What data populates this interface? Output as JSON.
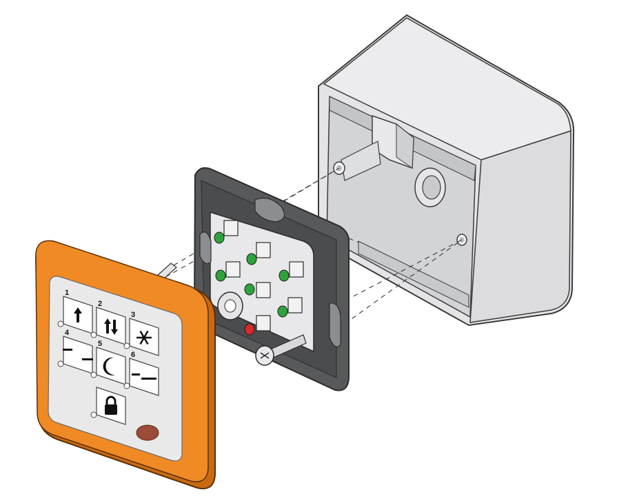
{
  "diagram": {
    "colors": {
      "background": "#ffffff",
      "housing_fill": "#e4e4e6",
      "housing_shade": "#cfd0d3",
      "housing_stroke": "#3a3a3a",
      "frame_fill": "#58595b",
      "frame_stroke": "#2b2b2b",
      "faceplate_fill": "#f08a24",
      "faceplate_edge": "#c86a12",
      "keypad_fill": "#e9e9ea",
      "led_green": "#2fa33b",
      "led_red": "#d42a2a",
      "indicator_led": "#9c4a3a"
    },
    "components": [
      "mounting-box",
      "switch-insert",
      "cover-plate"
    ],
    "keypad": {
      "keys": [
        {
          "number": "1",
          "icon": "arrow-up-icon"
        },
        {
          "number": "2",
          "icon": "up-down-arrows-icon"
        },
        {
          "number": "3",
          "icon": "snowflake-icon"
        },
        {
          "number": "4",
          "icon": "dash-icon"
        },
        {
          "number": "5",
          "icon": "moon-icon"
        },
        {
          "number": "6",
          "icon": "double-dash-icon"
        },
        {
          "number": "",
          "icon": "lock-icon"
        }
      ]
    }
  }
}
